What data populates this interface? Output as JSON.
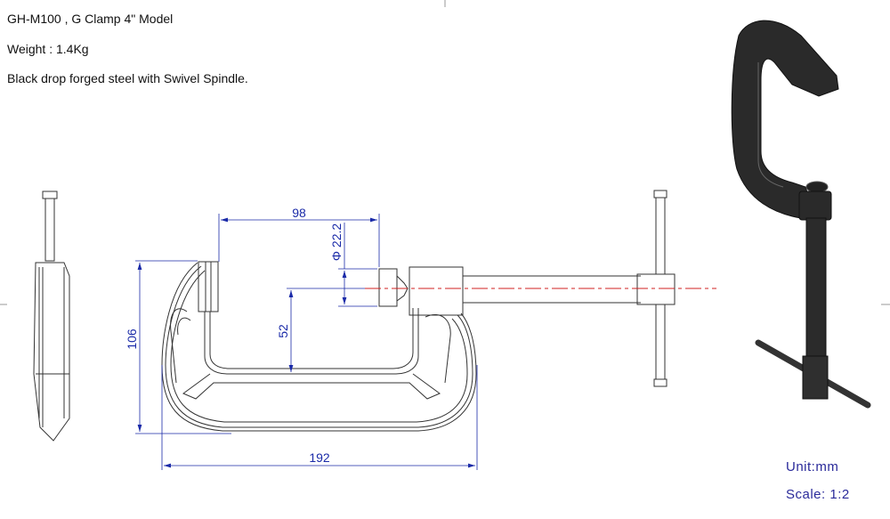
{
  "header": {
    "model": "GH-M100 , G Clamp 4\" Model",
    "weight": "Weight : 1.4Kg",
    "description": "Black drop forged steel with Swivel Spindle."
  },
  "dimensions": {
    "jaw_opening": "98",
    "spindle_diameter": "Φ 22.2",
    "throat_depth": "52",
    "height": "106",
    "overall_length": "192"
  },
  "notes": {
    "unit": "Unit:mm",
    "scale": "Scale: 1:2"
  },
  "colors": {
    "dimension": "#1a2aa8",
    "centerline": "#d02020",
    "outline": "#333333",
    "body": "#2a2a2a"
  }
}
